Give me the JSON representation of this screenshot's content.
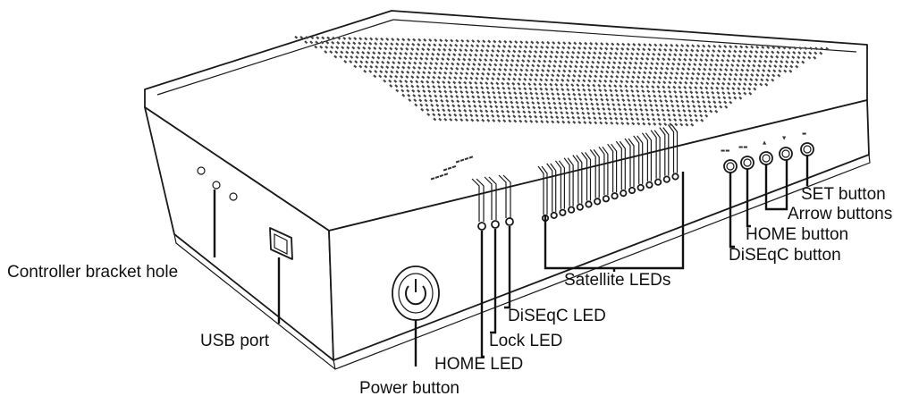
{
  "callouts": {
    "controller_bracket_hole": "Controller bracket hole",
    "usb_port": "USB port",
    "power_button": "Power button",
    "home_led": "HOME LED",
    "lock_led": "Lock LED",
    "diseqc_led": "DiSEqC LED",
    "satellite_leds": "Satellite LEDs",
    "diseqc_button": "DiSEqC button",
    "home_button": "HOME button",
    "arrow_buttons": "Arrow buttons",
    "set_button": "SET button"
  },
  "icons": {
    "power": "power-icon"
  },
  "colors": {
    "ink": "#111111",
    "background": "#ffffff"
  }
}
